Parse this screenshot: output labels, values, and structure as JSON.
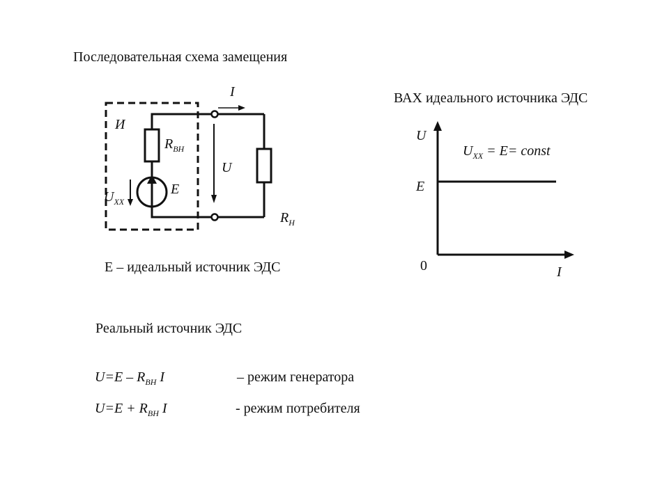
{
  "heading_circuit": "Последовательная схема замещения",
  "heading_vax": "ВАХ идеального источника ЭДС",
  "circuit": {
    "label_I": "I",
    "label_source_box": "И",
    "label_R": "R",
    "label_R_sub": "ВН",
    "label_U": "U",
    "label_E": "E",
    "label_Uxx": "U",
    "label_Uxx_sub": "XX",
    "label_Rn": "R",
    "label_Rn_sub": "Н"
  },
  "caption_ideal": "E – идеальный источник ЭДС",
  "vax": {
    "y_axis_label": "U",
    "e_tick_label": "E",
    "origin_label": "0",
    "x_axis_label": "I",
    "eq_u": "U",
    "eq_sub": "XX",
    "eq_rest": " = E= const"
  },
  "heading_real": "Реальный источник ЭДС",
  "formulas": [
    {
      "pre": "U=E – R",
      "sub": "ВН",
      "post": " I",
      "desc": "– режим генератора"
    },
    {
      "pre": "U=E + R",
      "sub": "ВН",
      "post": " I",
      "desc": "-  режим потребителя"
    }
  ]
}
